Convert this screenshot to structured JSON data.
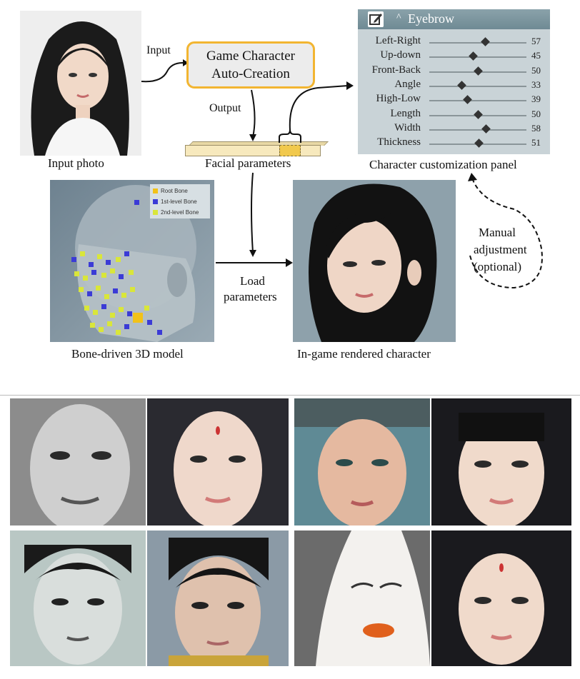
{
  "labels": {
    "input": "Input",
    "output": "Output",
    "input_photo": "Input photo",
    "facial_parameters": "Facial parameters",
    "panel_caption": "Character customization panel",
    "main_box_line1": "Game Character",
    "main_box_line2": "Auto-Creation",
    "bone_model": "Bone-driven 3D model",
    "rendered_character": "In-game rendered character",
    "load_line1": "Load",
    "load_line2": "parameters",
    "manual_line1": "Manual",
    "manual_line2": "adjustment",
    "manual_line3": "(optional)"
  },
  "panel": {
    "title": "Eyebrow",
    "chevron": "^",
    "rows": [
      {
        "label": "Left-Right",
        "value": "57",
        "level": 0.57
      },
      {
        "label": "Up-down",
        "value": "45",
        "level": 0.45
      },
      {
        "label": "Front-Back",
        "value": "50",
        "level": 0.5
      },
      {
        "label": "Angle",
        "value": "33",
        "level": 0.33
      },
      {
        "label": "High-Low",
        "value": "39",
        "level": 0.39
      },
      {
        "label": "Length",
        "value": "50",
        "level": 0.5
      },
      {
        "label": "Width",
        "value": "58",
        "level": 0.58
      },
      {
        "label": "Thickness",
        "value": "51",
        "level": 0.51
      }
    ]
  },
  "legend": {
    "root": "Root Bone",
    "first": "1st-level Bone",
    "second": "2nd-level Bone"
  },
  "colors": {
    "accent_box_border": "#f2b531",
    "root_bone": "#f2c218",
    "first_bone": "#3b3bd6",
    "second_bone": "#d9e63a"
  },
  "icons": {
    "edit": "edit-icon"
  }
}
